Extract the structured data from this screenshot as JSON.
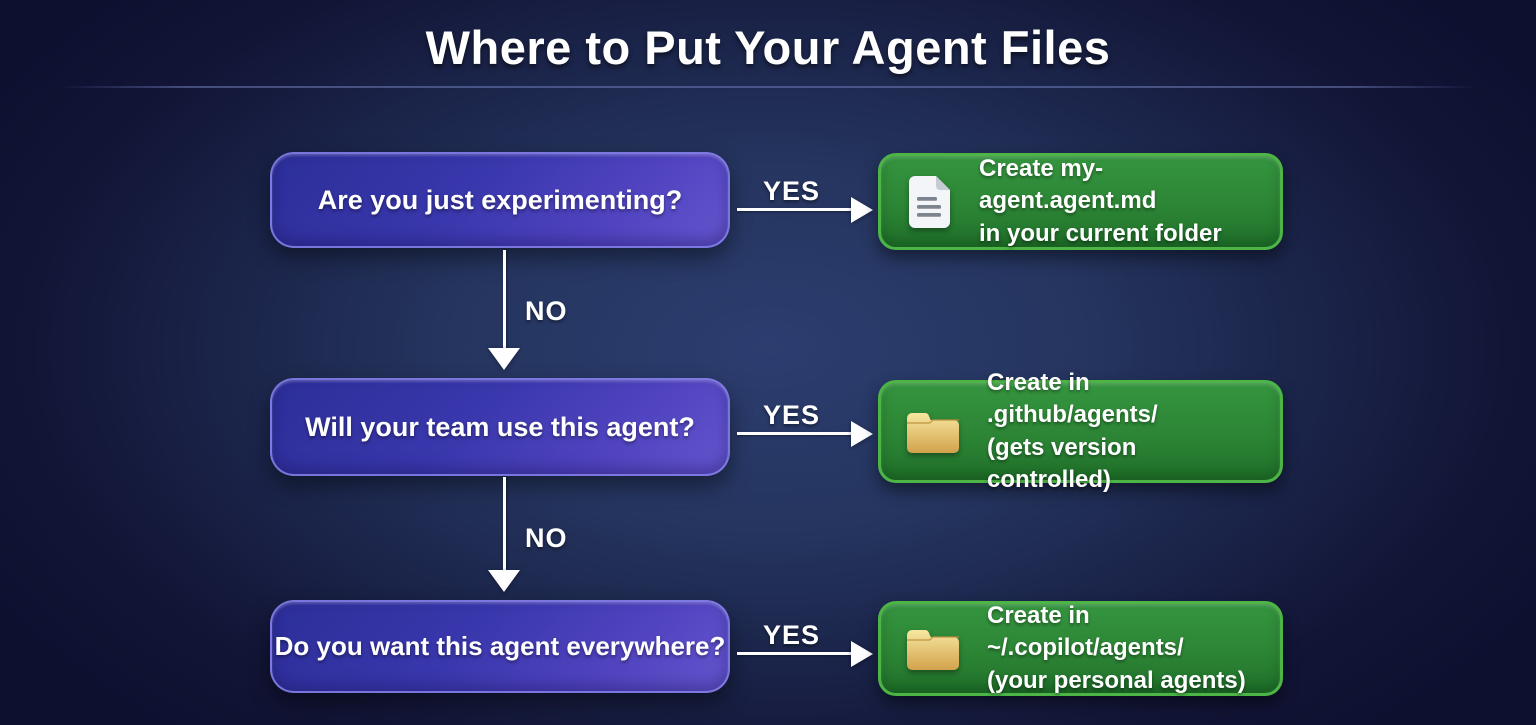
{
  "title": "Where to Put Your Agent Files",
  "flowchart": {
    "rows": [
      {
        "question": "Are you just experimenting?",
        "yes_label": "YES",
        "no_label": "NO",
        "result": {
          "icon": "document-icon",
          "line1": "Create my-agent.agent.md",
          "line2": "in your current folder"
        }
      },
      {
        "question": "Will your team use this agent?",
        "yes_label": "YES",
        "no_label": "NO",
        "result": {
          "icon": "folder-icon",
          "line1": "Create in .github/agents/",
          "line2": "(gets version controlled)"
        }
      },
      {
        "question": "Do you want this agent everywhere?",
        "yes_label": "YES",
        "result": {
          "icon": "folder-icon",
          "line1": "Create in ~/.copilot/agents/",
          "line2": "(your personal agents)"
        }
      }
    ]
  },
  "colors": {
    "background_center": "#2c3d6f",
    "background_edge": "#0e1030",
    "question_box_gradient_start": "#2c2e99",
    "question_box_gradient_end": "#6355cd",
    "question_box_border": "#8581e6",
    "result_box_top": "#35953f",
    "result_box_bottom": "#20702a",
    "result_box_border": "#4cb545",
    "arrow": "#ffffff",
    "title_text": "#ffffff",
    "folder_icon_light": "#f6e7a0",
    "folder_icon_dark": "#d2a24c",
    "document_icon_page": "#f3f5f8",
    "document_icon_lines": "#7e848e"
  }
}
